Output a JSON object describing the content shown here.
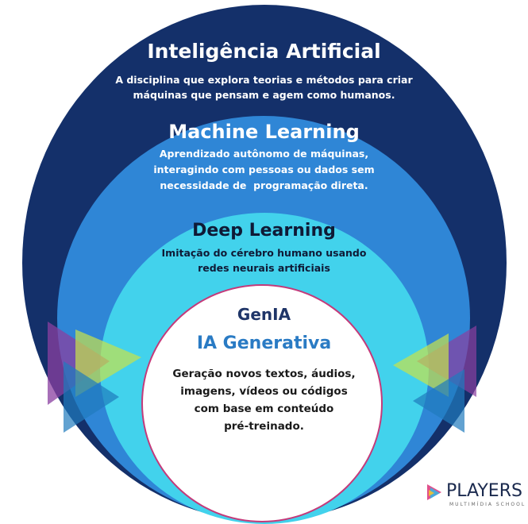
{
  "layers": [
    {
      "title": "Inteligência Artificial",
      "lines": [
        "A disciplina que explora teorias e métodos para criar",
        "máquinas que pensam e agem como humanos."
      ]
    },
    {
      "title": "Machine Learning",
      "lines": [
        "Aprendizado autônomo de máquinas,",
        "interagindo com pessoas ou dados sem",
        "necessidade de  programação direta."
      ]
    },
    {
      "title": "Deep Learning",
      "lines": [
        "Imitação do cérebro humano usando",
        "redes neurais artificiais"
      ]
    },
    {
      "title": "GenIA",
      "subtitle": "IA Generativa",
      "lines": [
        "Geração novos textos, áudios,",
        "imagens, vídeos ou códigos",
        "com base em conteúdo",
        "pré-treinado."
      ]
    }
  ],
  "logo": {
    "text": "PLAYERS",
    "subtext": "MULTIMÍDIA SCHOOL"
  },
  "colors": {
    "ai": "#14306a",
    "ml": "#2f86d6",
    "dl": "#42d2ec",
    "genia_border": "#c43a7a"
  }
}
